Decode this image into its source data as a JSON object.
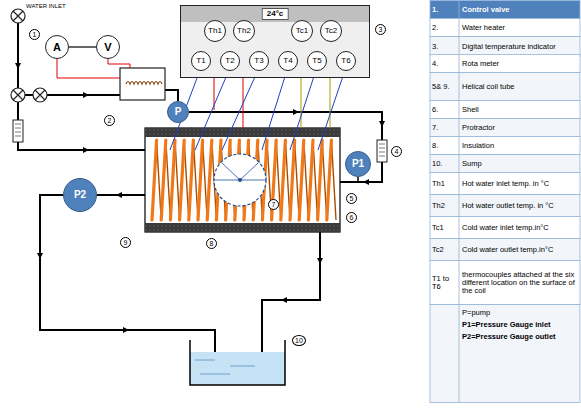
{
  "diagram": {
    "nodes": [
      {
        "text": [
          "A"
        ]
      },
      {
        "text": [
          "V"
        ]
      },
      {
        "text": [
          "24°c"
        ]
      },
      {
        "text": [
          "Th1"
        ],
        "in": 2
      },
      {
        "text": [
          "Th2"
        ],
        "in": 2
      },
      {
        "text": [
          "Tc1"
        ],
        "in": 2
      },
      {
        "text": [
          "Tc2"
        ],
        "in": 2
      },
      {
        "text": [
          "T1"
        ],
        "in": 2
      },
      {
        "text": [
          "T2"
        ],
        "in": 2
      },
      {
        "text": [
          "T3"
        ],
        "in": 2
      },
      {
        "text": [
          "T4"
        ],
        "in": 2
      },
      {
        "text": [
          "T5"
        ],
        "in": 2
      },
      {
        "text": [
          "T6"
        ],
        "in": 2
      },
      {
        "text": [
          "P"
        ]
      },
      {
        "text": [
          "P1"
        ]
      },
      {
        "text": [
          "P2"
        ]
      }
    ],
    "edges": [
      {
        "from": 0,
        "to": 1,
        "arrow": "none"
      }
    ],
    "labels": [
      "WATER INLET",
      "1",
      "2",
      "3",
      "4",
      "5",
      "6",
      "7",
      "8",
      "9",
      "10",
      "1.",
      "Control valve",
      "2.",
      "Water heater",
      "3.",
      "Digital temperature indicator",
      "4.",
      "Rota meter",
      "5& 9.",
      "Helical coil tube",
      "6.",
      "Shell",
      "7.",
      "Protractor",
      "8.",
      "Insulation",
      "10.",
      "Sump",
      "Th1",
      "Hot water inlet temp. in °C",
      "Th2",
      "Hot water outlet temp. in °C",
      "Tc1",
      "Cold water inlet temp.in°C",
      "Tc2",
      "Cold water outlet temp.in°C",
      "T1 to T6",
      "thermocouples attached at the six different location on the surface of the coil",
      "P=pump",
      "P1=Pressure Gauge inlet",
      "P2=Pressure Gauge outlet"
    ]
  }
}
